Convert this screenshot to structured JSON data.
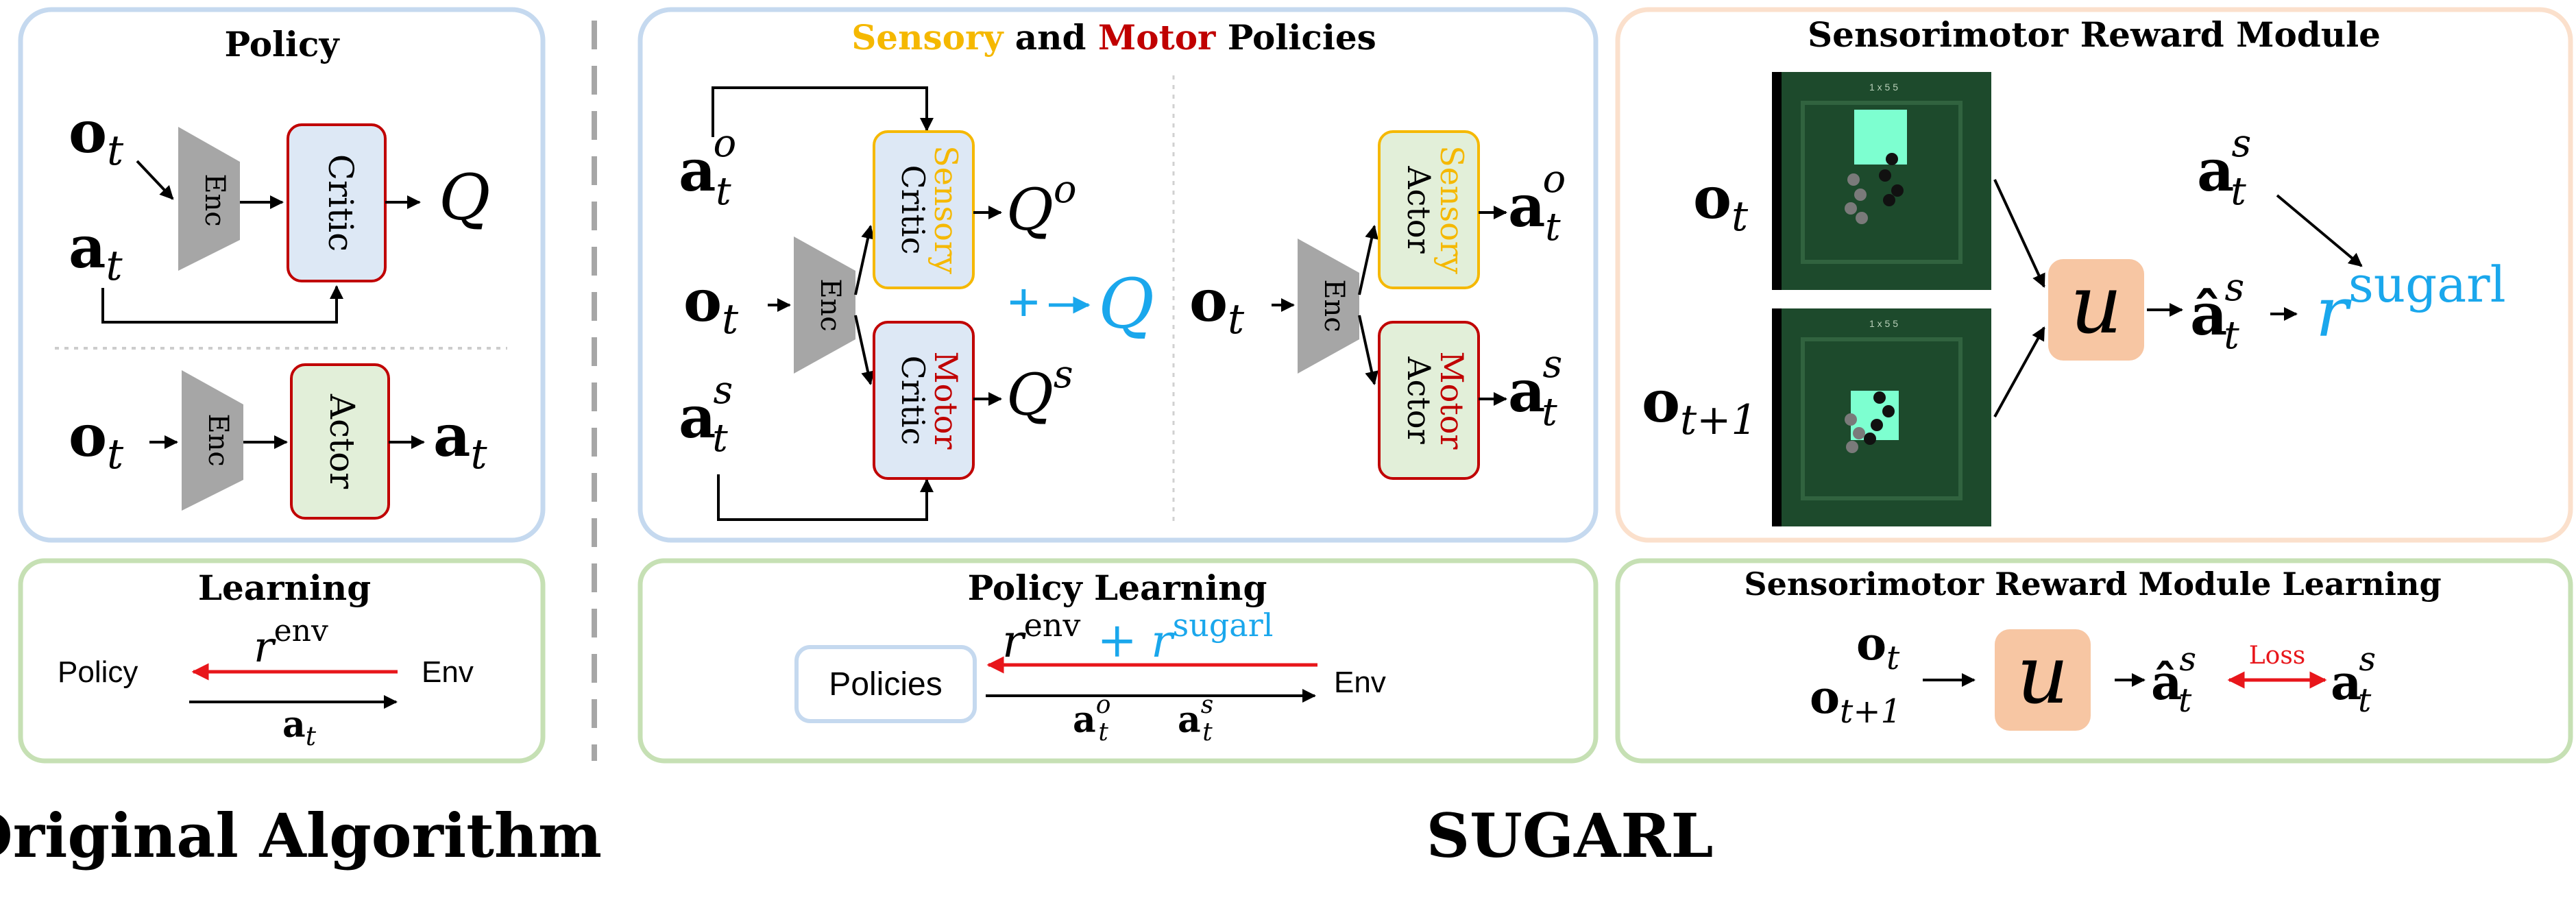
{
  "captions": {
    "left": "Original Algorithm",
    "right": "SUGARL"
  },
  "original": {
    "policy_title": "Policy",
    "learning_title": "Learning",
    "enc": "Enc",
    "critic": "Critic",
    "actor": "Actor",
    "obs": "o",
    "act": "a",
    "time_sub": "t",
    "q": "Q",
    "learn_policy": "Policy",
    "learn_env": "Env",
    "reward": "r",
    "env_sup": "env"
  },
  "sugarl": {
    "title_sensory": "Sensory",
    "title_and": " and ",
    "title_motor": "Motor",
    "title_policies": " Policies",
    "sensory": "Sensory",
    "motor": "Motor",
    "critic": "Critic",
    "actor": "Actor",
    "enc": "Enc",
    "obs": "o",
    "act": "a",
    "time_sub": "t",
    "sup_o": "o",
    "sup_s": "s",
    "q": "Q",
    "plus": "+",
    "policy_learning_title": "Policy Learning",
    "policies": "Policies",
    "env": "Env",
    "reward": "r",
    "env_sup": "env",
    "sugarl_sup": "sugarl"
  },
  "reward_module": {
    "title": "Sensorimotor Reward Module",
    "learning_title": "Sensorimotor Reward Module Learning",
    "u": "u",
    "obs": "o",
    "act": "a",
    "ahat": "â",
    "time_sub": "t",
    "next_sub": "t+1",
    "sup_s": "s",
    "reward": "r",
    "sugarl_sup": "sugarl",
    "loss": "Loss",
    "game_score": "1 x 5 5"
  },
  "colors": {
    "sensory": "#f5b800",
    "motor": "#c00000",
    "sugarl": "#1aa7ec",
    "red_arrow": "#e8161b",
    "critic_fill": "#dde8f5",
    "actor_fill": "#e2efd9",
    "u_fill": "#f7c6a3",
    "enc_fill": "#a6a6a6",
    "policy_border": "#c5d9ef",
    "learning_border": "#c6e0b4",
    "reward_border": "#fbe0cc",
    "game_bg": "#1d4a2c",
    "game_target": "#7dffd0"
  }
}
